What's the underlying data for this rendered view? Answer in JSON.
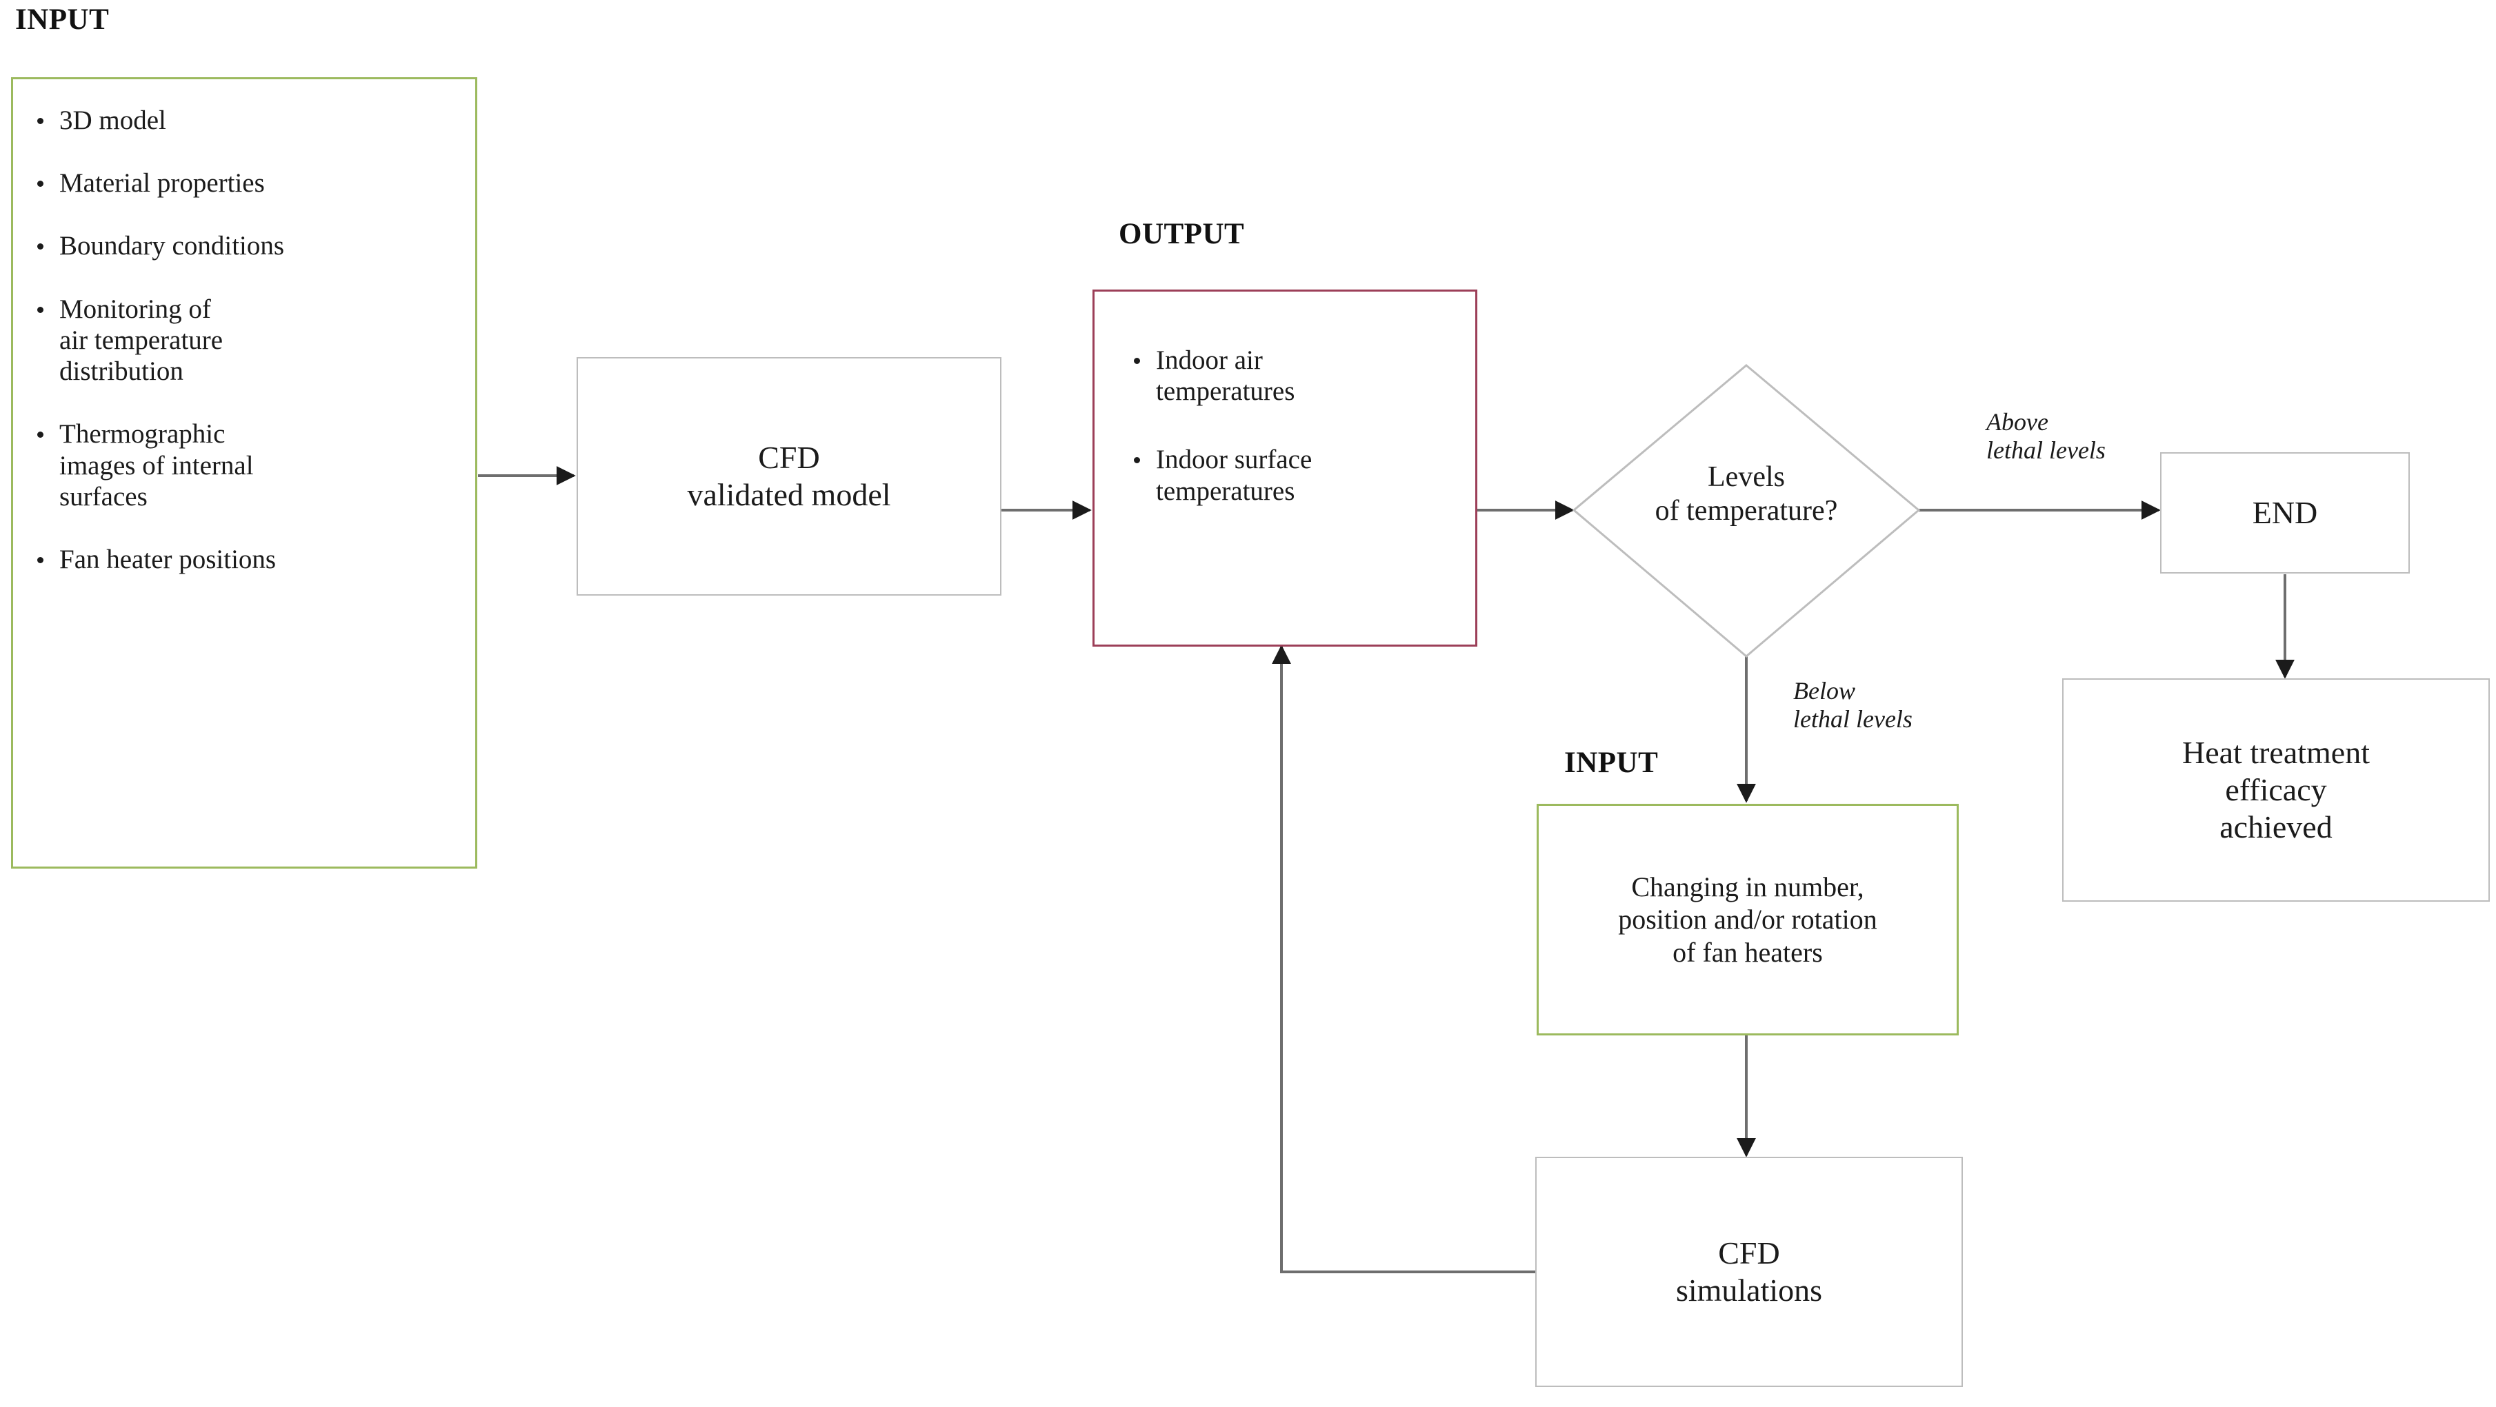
{
  "diagram": {
    "title": "CFD heat treatment workflow flowchart",
    "colors": {
      "green_border": "#9CBA5E",
      "maroon_border": "#9C3F58",
      "gray_border": "#bdbdbd",
      "line": "#6e6e6e",
      "text": "#1b1b1b"
    },
    "captions": {
      "input_main": "INPUT",
      "output_main": "OUTPUT",
      "input_secondary": "INPUT"
    },
    "input_box": {
      "items": [
        "3D model",
        "Material properties",
        "Boundary conditions",
        "Monitoring of\nair temperature\ndistribution",
        "Thermographic\nimages of internal\nsurfaces",
        "Fan heater positions"
      ]
    },
    "cfd_model_box": {
      "label": "CFD\nvalidated model"
    },
    "output_box": {
      "items": [
        "Indoor air\ntemperatures",
        "Indoor surface\ntemperatures"
      ]
    },
    "decision": {
      "label": "Levels\nof temperature?"
    },
    "edge_labels": {
      "above": "Above\nlethal levels",
      "below": "Below\nlethal levels"
    },
    "end_box": {
      "label": "END"
    },
    "efficacy_box": {
      "label": "Heat treatment\nefficacy\nachieved"
    },
    "changing_box": {
      "label": "Changing in number,\nposition and/or rotation\nof fan heaters"
    },
    "cfd_sim_box": {
      "label": "CFD\nsimulations"
    }
  }
}
